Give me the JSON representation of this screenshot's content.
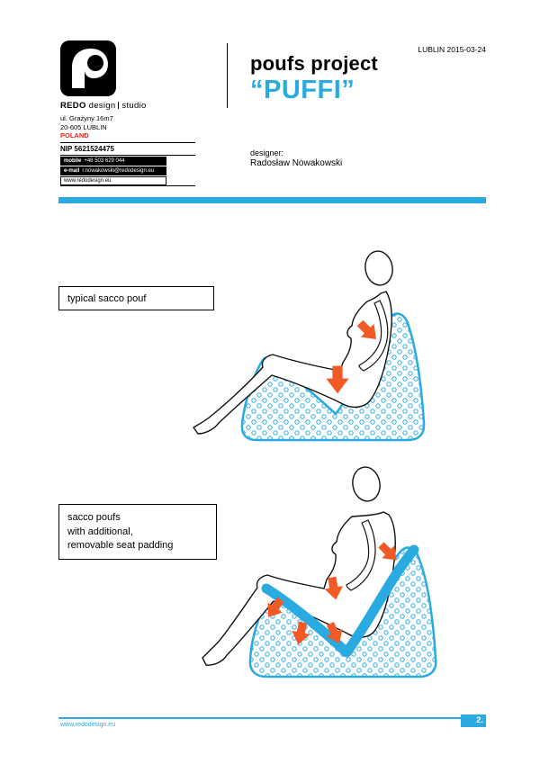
{
  "meta": {
    "date": "LUBLIN 2015-03-24"
  },
  "company": {
    "name": "REDO",
    "name_mid": "design",
    "name_end": "studio",
    "address1": "ul. Grażyny 16m7",
    "address2": "20-605 LUBLIN",
    "country": "POLAND",
    "nip": "NIP 5621524475",
    "contacts": [
      {
        "label": "mobile",
        "value": "+48 503 629 044"
      },
      {
        "label": "e-mail",
        "value": "r.nowakowski@redodesign.eu"
      },
      {
        "label": "www.redodesign.eu",
        "value": ""
      }
    ]
  },
  "project": {
    "title": "poufs project",
    "name": "“PUFFI”",
    "designer_label": "designer:",
    "designer": "Radosław Nowakowski"
  },
  "sections": [
    {
      "label": "typical sacco pouf"
    },
    {
      "lines": [
        "sacco poufs",
        "with additional,",
        "removable seat padding"
      ]
    }
  ],
  "footer": {
    "url": "www.redodesign.eu",
    "page": "2."
  },
  "colors": {
    "cyan": "#29abe2",
    "orange": "#f15a24",
    "red": "#e5231b",
    "black": "#000000"
  }
}
